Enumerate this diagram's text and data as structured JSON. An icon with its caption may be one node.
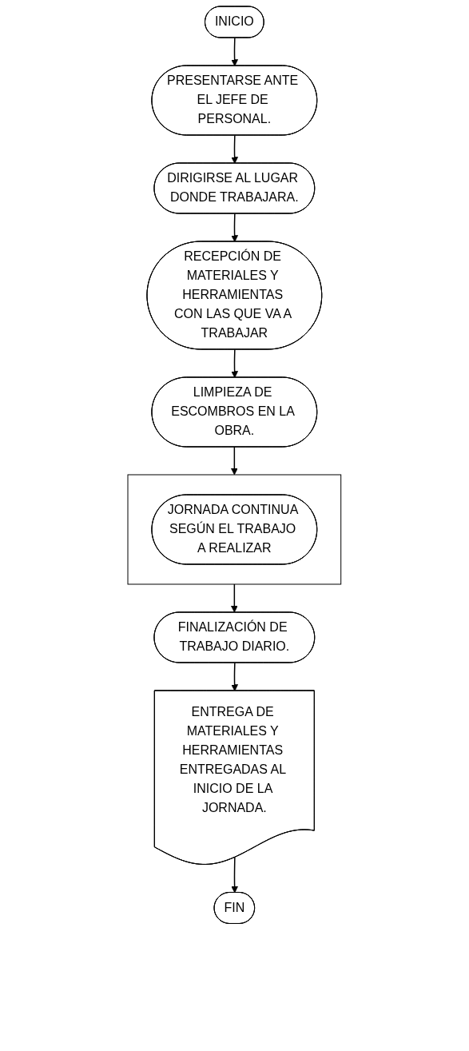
{
  "diagram": {
    "nodes": [
      {
        "text": [
          "INICIO"
        ]
      },
      {
        "text": [
          "PRESENTARSE ANTE EL JEFE DE PERSONAL."
        ]
      },
      {
        "text": [
          "DIRIGIRSE AL LUGAR DONDE TRABAJARA."
        ]
      },
      {
        "text": [
          "RECEPCIÓN DE MATERIALES Y HERRAMIENTAS CON LAS QUE VA A TRABAJAR"
        ]
      },
      {
        "text": [
          "LIMPIEZA DE ESCOMBROS EN LA OBRA."
        ]
      },
      {
        "text": [],
        "shape": "box"
      },
      {
        "text": [
          "JORNADA CONTINUA SEGÚN EL TRABAJO A REALIZAR"
        ],
        "in": 5
      },
      {
        "text": [
          "FINALIZACIÓN DE TRABAJO DIARIO."
        ]
      },
      {
        "text": [
          "ENTREGA DE MATERIALES Y HERRAMIENTAS ENTREGADAS AL INICIO DE LA JORNADA."
        ]
      },
      {
        "text": [
          "FIN"
        ]
      }
    ],
    "edges": [
      {
        "from": 0,
        "to": 1,
        "arrow": "to"
      },
      {
        "from": 1,
        "to": 2,
        "arrow": "to"
      },
      {
        "from": 2,
        "to": 3,
        "arrow": "to"
      },
      {
        "from": 3,
        "to": 4,
        "arrow": "to"
      },
      {
        "from": 4,
        "to": 5,
        "arrow": "to"
      },
      {
        "from": 5,
        "to": 7,
        "arrow": "to"
      },
      {
        "from": 7,
        "to": 8,
        "arrow": "to"
      },
      {
        "from": 8,
        "to": 9,
        "arrow": "to"
      }
    ]
  }
}
